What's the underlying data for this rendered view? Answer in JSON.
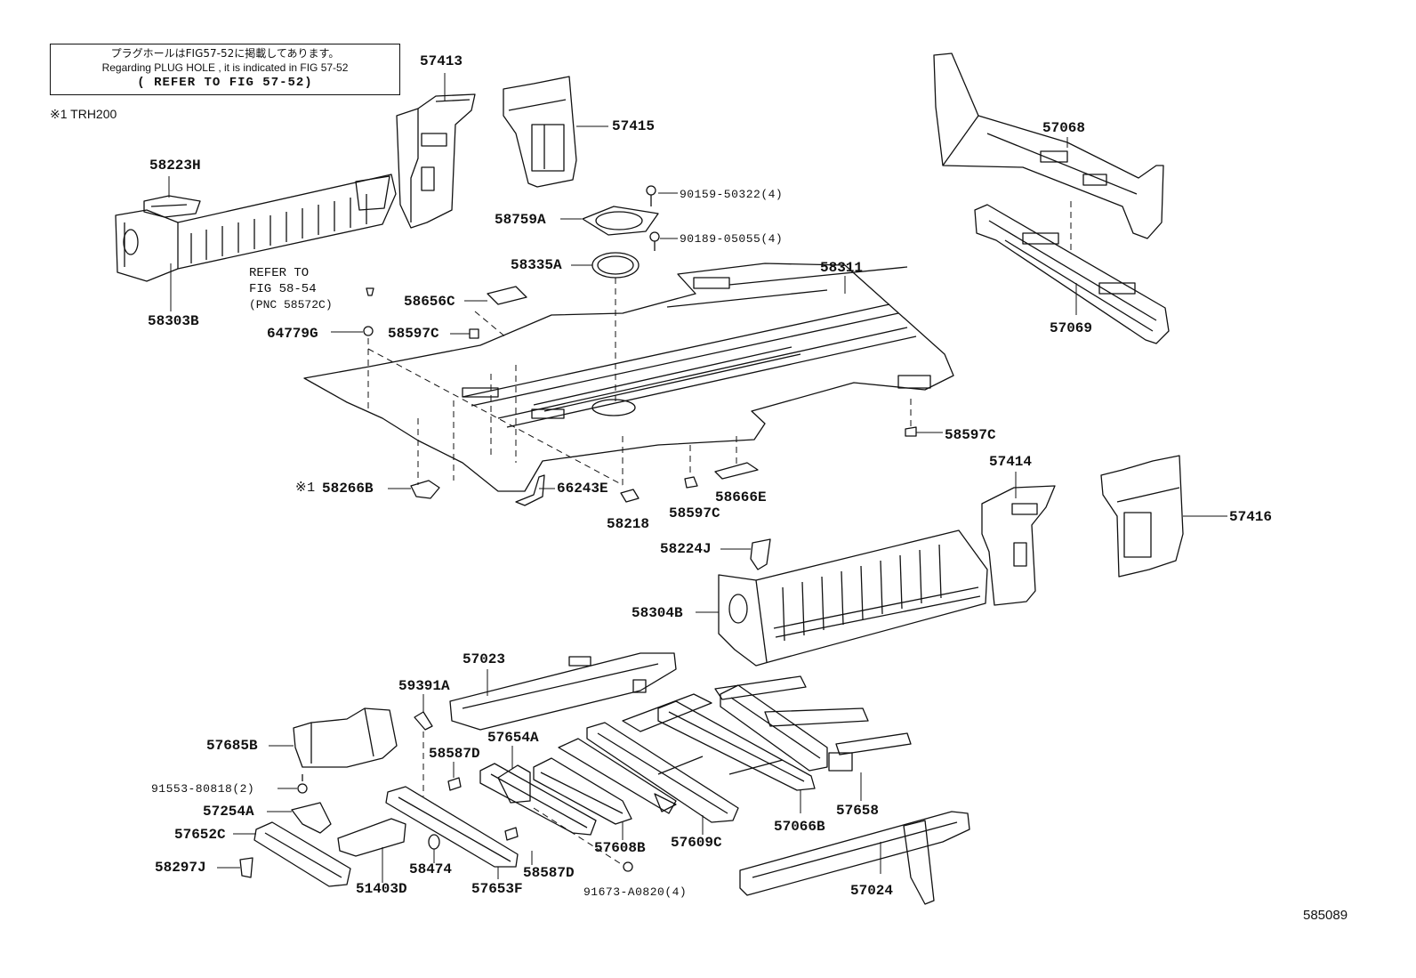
{
  "note": {
    "jp": "プラグホールはFIG57-52に掲載してあります。",
    "en": "Regarding PLUG HOLE , it is indicated in FIG 57-52",
    "ref": "( REFER TO FIG 57-52)"
  },
  "footnote": "※1 TRH200",
  "refer_note": {
    "line1": "REFER TO",
    "line2": "FIG 58-54",
    "line3": "(PNC 58572C)"
  },
  "parts": {
    "p57413": "57413",
    "p57415": "57415",
    "p57068": "57068",
    "p58223H": "58223H",
    "p90159": "90159-50322(4)",
    "p58759A": "58759A",
    "p90189": "90189-05055(4)",
    "p58335A": "58335A",
    "p58311": "58311",
    "p57069": "57069",
    "p58303B": "58303B",
    "p58656C": "58656C",
    "p64779G": "64779G",
    "p58597C_a": "58597C",
    "p58597C_b": "58597C",
    "p58597C_c": "58597C",
    "p57414": "57414",
    "p57416": "57416",
    "p58266B_mark": "※1",
    "p58266B": "58266B",
    "p66243E": "66243E",
    "p58666E": "58666E",
    "p58218": "58218",
    "p58224J": "58224J",
    "p58304B": "58304B",
    "p57023": "57023",
    "p59391A": "59391A",
    "p57654A": "57654A",
    "p57685B": "57685B",
    "p58587D_a": "58587D",
    "p91553": "91553-80818(2)",
    "p57254A": "57254A",
    "p57652C": "57652C",
    "p58297J": "58297J",
    "p51403D": "51403D",
    "p58474": "58474",
    "p57653F": "57653F",
    "p58587D_b": "58587D",
    "p91673": "91673-A0820(4)",
    "p57608B": "57608B",
    "p57609C": "57609C",
    "p57066B": "57066B",
    "p57658": "57658",
    "p57024": "57024"
  },
  "illustration_code": "585089"
}
